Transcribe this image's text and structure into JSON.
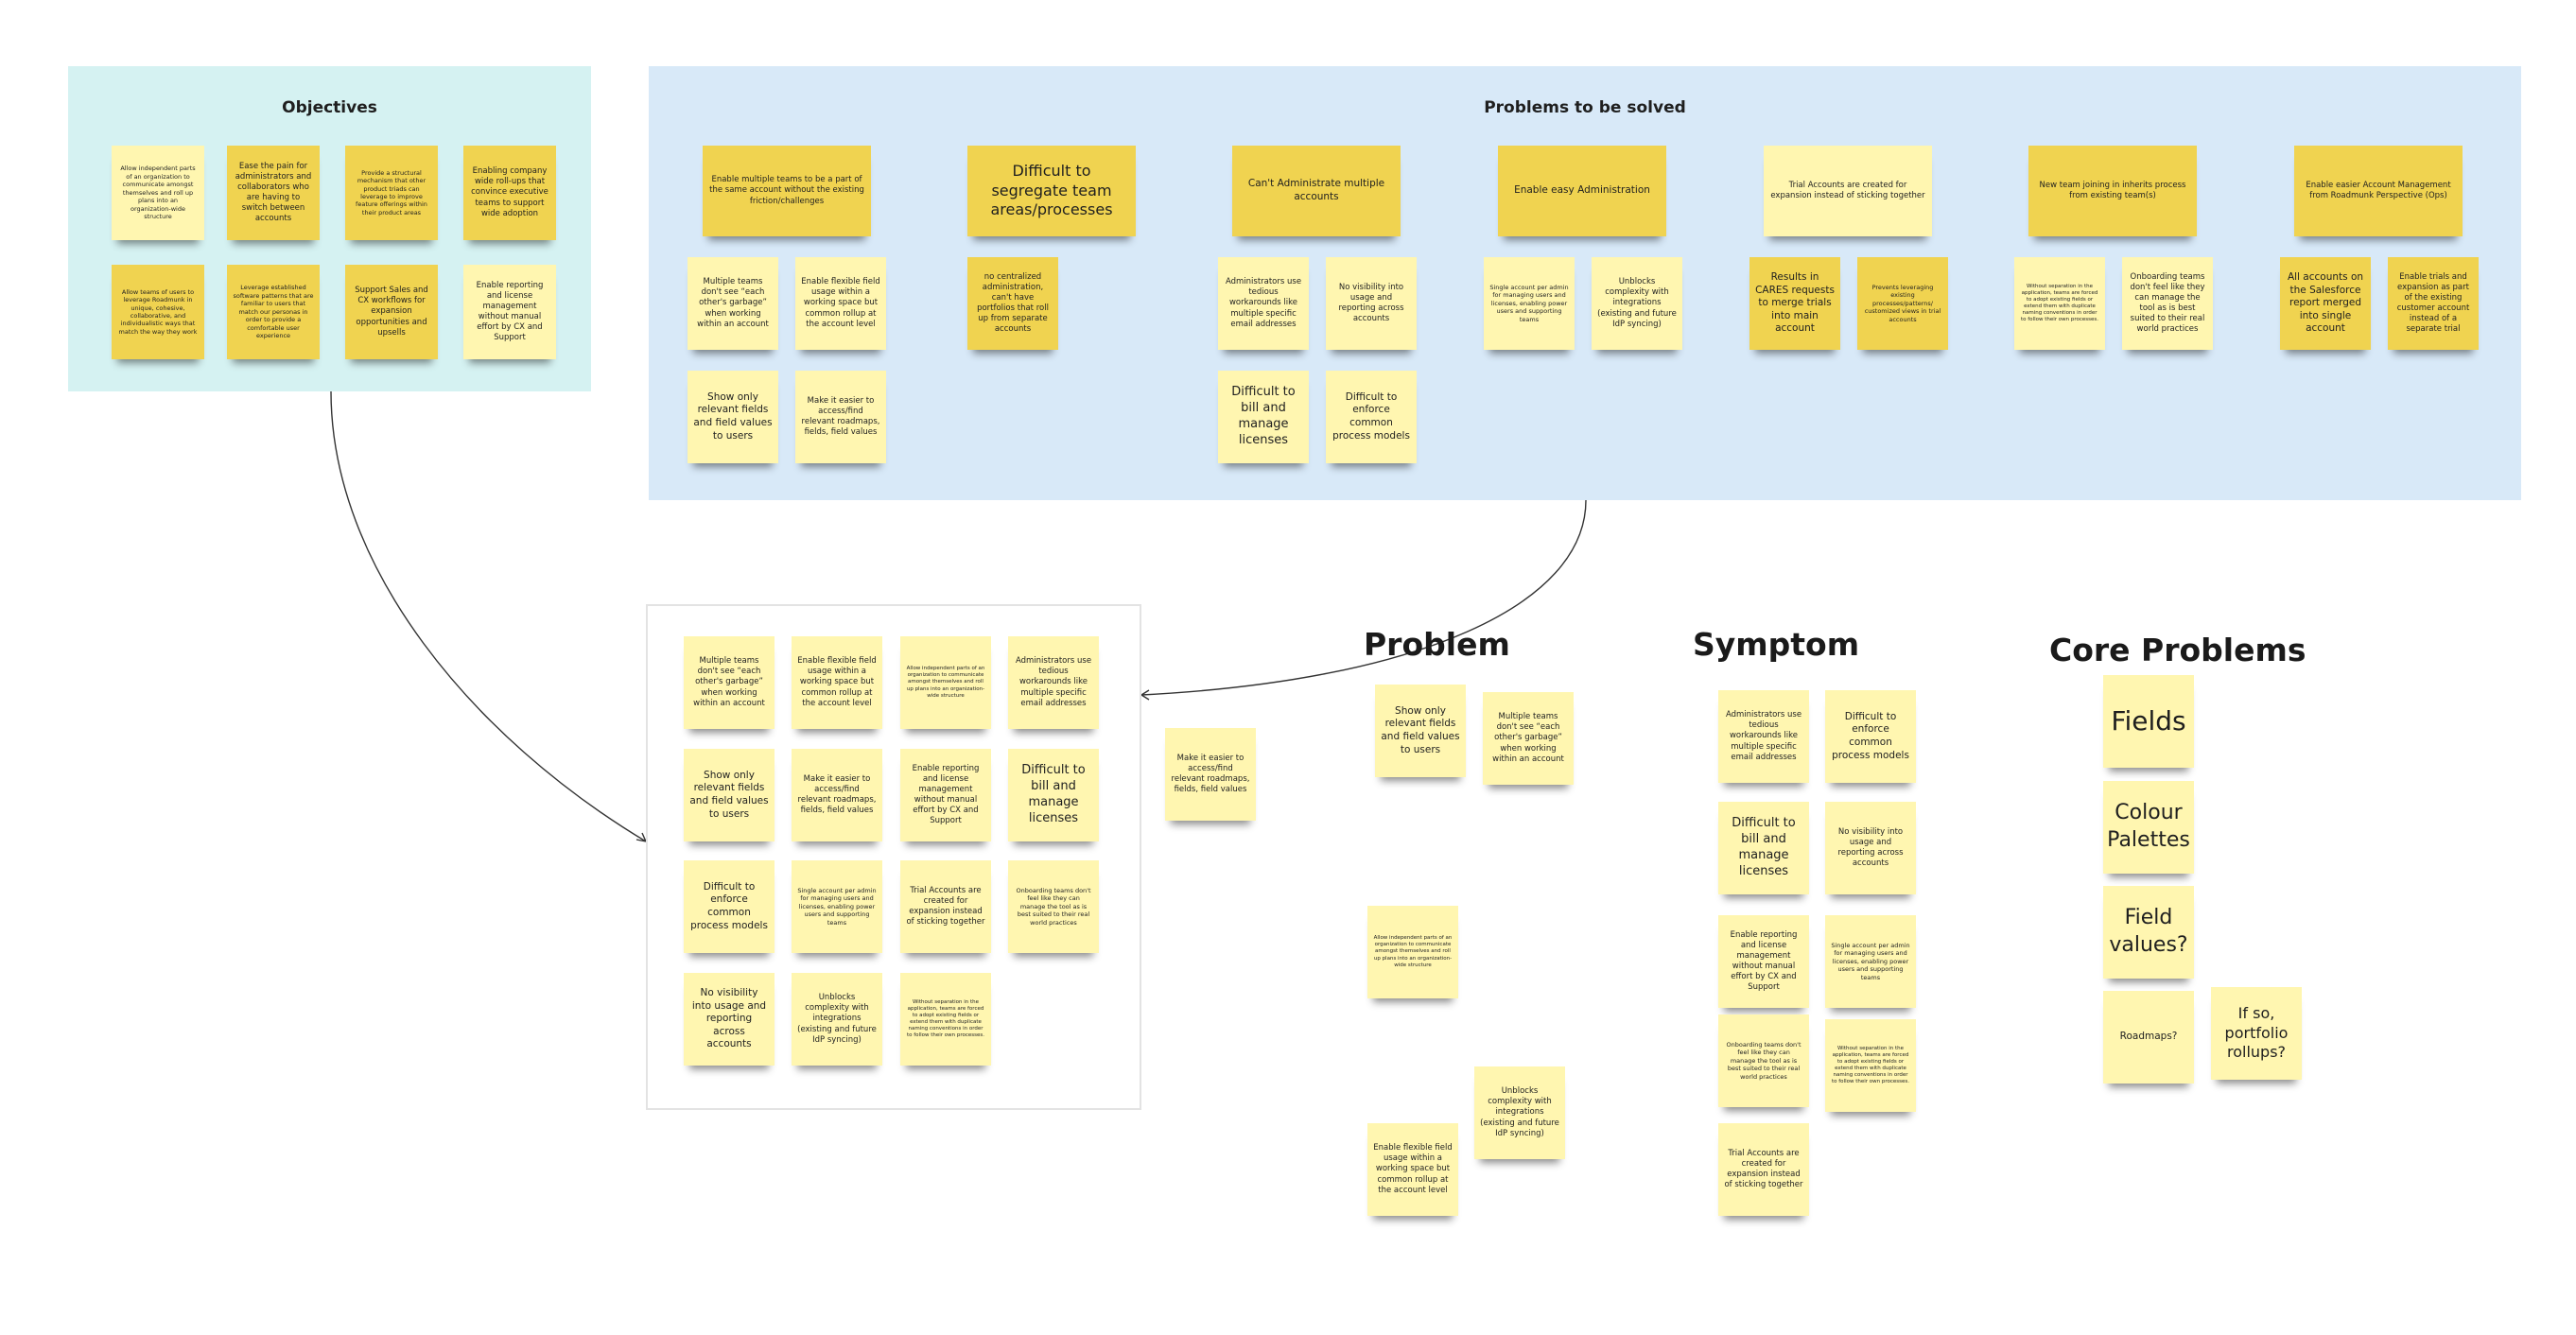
{
  "objectives": {
    "title": "Objectives",
    "notes": [
      "Allow independent parts of an organization to communicate amongst themselves and roll up plans into an organization-wide structure",
      "Ease the pain for administrators and collaborators who are having to switch between accounts",
      "Provide a structural mechanism that other product triads can leverage to improve feature offerings within their product areas",
      "Enabling company wide roll-ups that convince executive teams to support wide adoption",
      "Allow teams of users to leverage Roadmunk in unique, cohesive, collaborative, and individualistic ways that match the way they work",
      "Leverage established software patterns that are familiar to users that match our personas in order to provide a comfortable user experience",
      "Support Sales and CX workflows for expansion opportunities and upsells",
      "Enable reporting and license management without manual effort by CX and Support"
    ]
  },
  "problems": {
    "title": "Problems to be solved",
    "groups": [
      {
        "header": "Enable multiple teams to be a part of the same account without the existing friction/challenges",
        "notes": [
          "Multiple teams don't see “each other's garbage” when working within an account",
          "Enable flexible field usage within a working space but common rollup at the account level",
          "Show only relevant fields and field values to users",
          "Make it easier to access/find relevant roadmaps, fields, field values"
        ]
      },
      {
        "header": "Difficult to segregate team areas/processes",
        "notes": [
          "no centralized administration, can't have portfolios that roll up from separate accounts"
        ]
      },
      {
        "header": "Can't Administrate multiple accounts",
        "notes": [
          "Administrators use tedious workarounds like multiple specific email addresses",
          "No visibility into usage and reporting across accounts",
          "Difficult to bill and manage licenses",
          "Difficult to enforce common process models"
        ]
      },
      {
        "header": "Enable easy Administration",
        "notes": [
          "Single account per admin for managing users and licenses, enabling power users and supporting teams",
          "Unblocks complexity with integrations (existing and future IdP syncing)"
        ]
      },
      {
        "header": "Trial Accounts are created for expansion instead of sticking together",
        "notes": [
          "Results in CARES requests to merge trials into main account",
          "Prevents leveraging existing processes/patterns/ customized views in trial accounts"
        ]
      },
      {
        "header": "New team joining in inherits process from existing team(s)",
        "notes": [
          "Without separation in the application, teams are forced to adopt existing fields or extend them with duplicate naming conventions in order to follow their own processes.",
          "Onboarding teams don't feel like they can manage the tool as is best suited to their real world practices"
        ]
      },
      {
        "header": "Enable easier Account Management from Roadmunk Perspective (Ops)",
        "notes": [
          "All accounts on the Salesforce report merged into single account",
          "Enable trials and expansion as part of the existing customer account instead of a separate trial"
        ]
      }
    ]
  },
  "frame": {
    "notes": [
      "Multiple teams don't see “each other's garbage” when working within an account",
      "Enable flexible field usage within a working space but common rollup at the account level",
      "Allow independent parts of an organization to communicate amongst themselves and roll up plans into an organization-wide structure",
      "Administrators use tedious workarounds like multiple specific email addresses",
      "Show only relevant fields and field values to users",
      "Make it easier to access/find relevant roadmaps, fields, field values",
      "Enable reporting and license management without manual effort by CX and Support",
      "Difficult to bill and manage licenses",
      "Difficult to enforce common process models",
      "Single account per admin for managing users and licenses, enabling power users and supporting teams",
      "Trial Accounts are created for expansion instead of sticking together",
      "Onboarding teams don't feel like they can manage the tool as is best suited to their real world practices",
      "No visibility into usage and reporting across accounts",
      "Unblocks complexity with integrations (existing and future IdP syncing)",
      "Without separation in the application, teams are forced to adopt existing fields or extend them with duplicate naming conventions in order to follow their own processes."
    ],
    "loose_note": "Make it easier to access/find relevant roadmaps, fields, field values"
  },
  "problem": {
    "title": "Problem",
    "notes": [
      "Show only relevant fields and field values to users",
      "Multiple teams don't see “each other's garbage” when working within an account",
      "Allow independent parts of an organization to communicate amongst themselves and roll up plans into an organization-wide structure",
      "Unblocks complexity with integrations (existing and future IdP syncing)",
      "Enable flexible field usage within a working space but common rollup at the account level"
    ]
  },
  "symptom": {
    "title": "Symptom",
    "notes": [
      "Administrators use tedious workarounds like multiple specific email addresses",
      "Difficult to enforce common process models",
      "Difficult to bill and manage licenses",
      "No visibility into usage and reporting across accounts",
      "Enable reporting and license management without manual effort by CX and Support",
      "Single account per admin for managing users and licenses, enabling power users and supporting teams",
      "Onboarding teams don't feel like they can manage the tool as is best suited to their real world practices",
      "Without separation in the application, teams are forced to adopt existing fields or extend them with duplicate naming conventions in order to follow their own processes.",
      "Trial Accounts are created for expansion instead of sticking together"
    ]
  },
  "core": {
    "title": "Core Problems",
    "notes": [
      "Fields",
      "Colour Palettes",
      "Field values?",
      "Roadmaps?",
      "If so, portfolio rollups?"
    ]
  },
  "colors": {
    "objectives_panel": "#d5f2f2",
    "problems_panel": "#d8e9f8",
    "sticky_light": "#fff6b0",
    "sticky_dark": "#f0d350"
  }
}
